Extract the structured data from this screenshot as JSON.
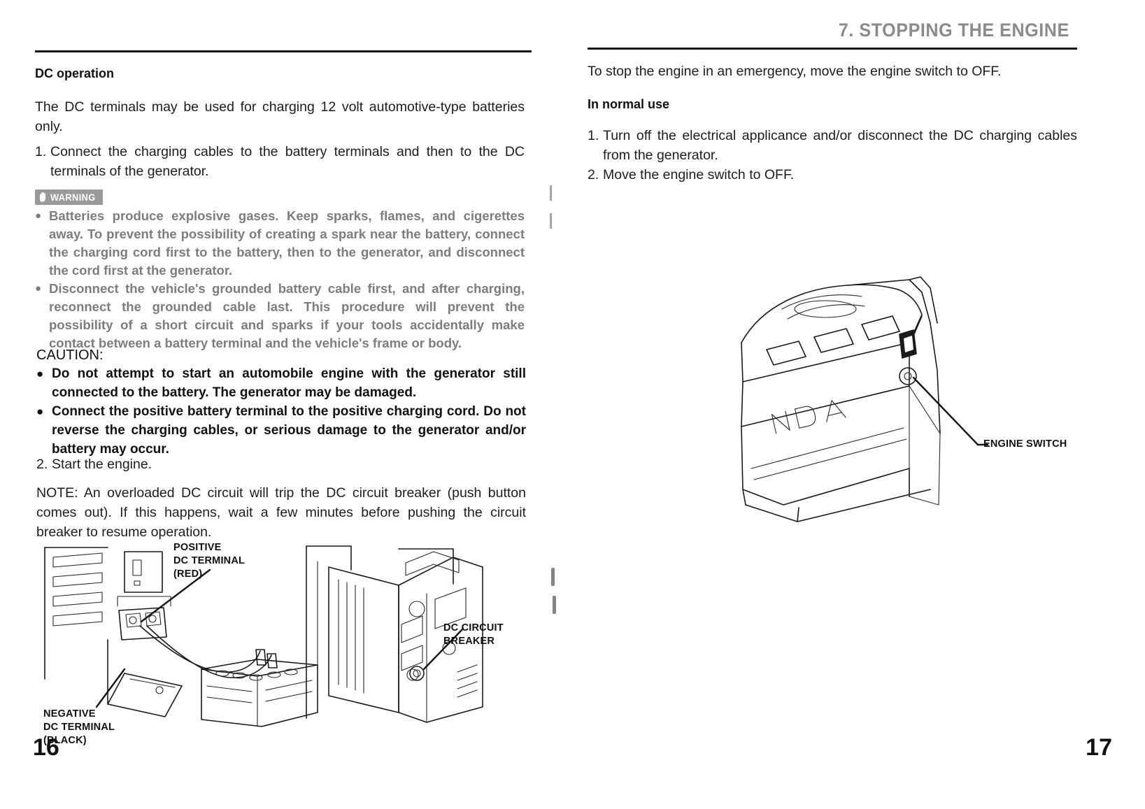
{
  "document": {
    "type": "manual-page-spread",
    "left_page_number": "16",
    "right_page_number": "17"
  },
  "header": {
    "chapter_title": "7. STOPPING THE ENGINE"
  },
  "left_column": {
    "section_heading": "DC operation",
    "intro_paragraph": "The DC terminals may be used for charging 12 volt automotive-type batteries only.",
    "step_1_number": "1.",
    "step_1_text": "Connect the charging cables to the battery terminals and then to the DC terminals of the generator.",
    "warning": {
      "badge_label": "WARNING",
      "badge_icon": "hand-stop-icon",
      "bullet_marker": "●",
      "items": [
        "Batteries produce explosive gases. Keep sparks, flames, and cigerettes away. To prevent the possibility of creating a spark near the battery, connect the charging cord first to the battery, then to the generator, and disconnect the cord first at the generator.",
        "Disconnect the vehicle's grounded battery cable first, and after charging, reconnect the grounded cable last. This procedure will prevent the possibility of a short circuit and sparks if your tools accidentally make contact between a battery terminal and the vehicle's frame or body."
      ]
    },
    "caution": {
      "heading": "CAUTION:",
      "bullet_marker": "●",
      "items": [
        "Do not attempt to start an automobile engine with the generator still connected to the battery. The generator may be damaged.",
        "Connect the positive battery terminal to the positive charging cord. Do not reverse the charging cables, or serious damage to the generator and/or battery may occur."
      ]
    },
    "step_2_number": "2.",
    "step_2_text": "Start the engine.",
    "note": "NOTE: An overloaded DC circuit will trip the DC circuit breaker (push button comes out). If this happens, wait a few minutes before pushing the circuit breaker to resume operation.",
    "figure_labels": {
      "positive_terminal": "POSITIVE\nDC TERMINAL\n(RED)",
      "negative_terminal": "NEGATIVE\nDC TERMINAL\n(BLACK)",
      "dc_circuit_breaker": "DC CIRCUIT\nBREAKER"
    }
  },
  "right_column": {
    "intro_paragraph": "To stop the engine in an emergency, move the engine switch to OFF.",
    "section_heading": "In normal use",
    "steps": [
      {
        "number": "1.",
        "text": "Turn off the electrical applicance and/or disconnect the DC charging cables from the generator."
      },
      {
        "number": "2.",
        "text": "Move the engine switch to OFF."
      }
    ],
    "figure_labels": {
      "engine_switch": "ENGINE SWITCH",
      "brand_emboss": "NDA"
    }
  },
  "colors": {
    "page_background": "#ffffff",
    "body_text": "#1d1d1d",
    "chapter_title": "#8b8b8b",
    "warning_badge_background": "#9a9a9a",
    "warning_text": "#7d7d7d",
    "rule": "#141414"
  }
}
